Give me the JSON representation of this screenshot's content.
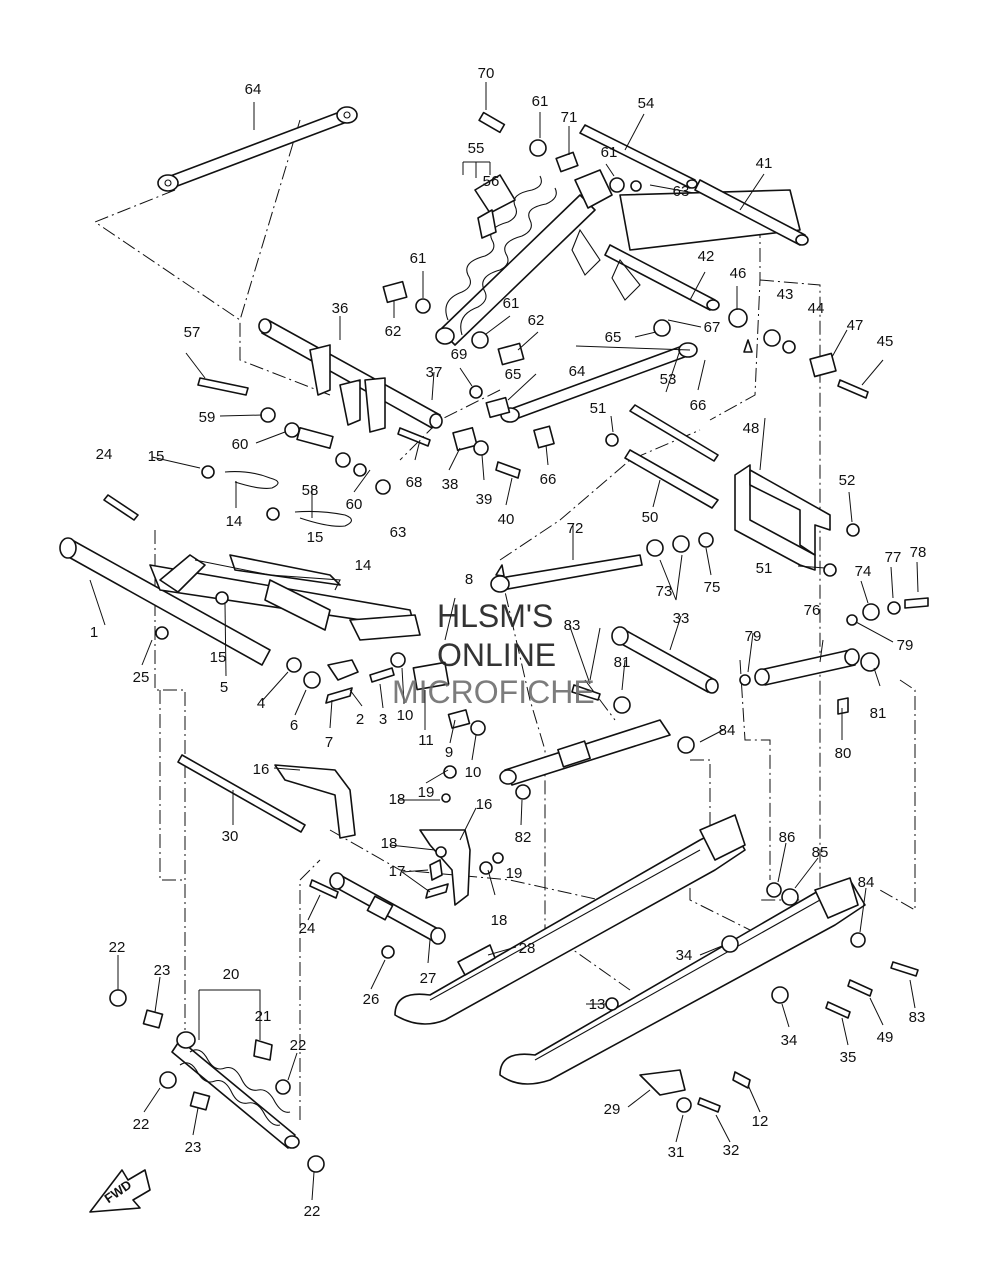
{
  "watermark": {
    "line1": "HLSM'S",
    "line2": "ONLINE",
    "line3": "MICROFICHE"
  },
  "direction_arrow": {
    "label": "FWD",
    "icon": "forward-arrow-icon"
  },
  "callouts": [
    "1",
    "2",
    "3",
    "4",
    "5",
    "6",
    "7",
    "8",
    "9",
    "10",
    "11",
    "12",
    "13",
    "14",
    "15",
    "16",
    "17",
    "18",
    "19",
    "20",
    "21",
    "22",
    "23",
    "24",
    "25",
    "26",
    "27",
    "28",
    "29",
    "30",
    "31",
    "32",
    "33",
    "34",
    "35",
    "36",
    "37",
    "38",
    "39",
    "40",
    "41",
    "42",
    "43",
    "44",
    "45",
    "46",
    "47",
    "48",
    "49",
    "50",
    "51",
    "52",
    "53",
    "54",
    "55",
    "56",
    "57",
    "58",
    "59",
    "60",
    "61",
    "62",
    "63",
    "64",
    "65",
    "66",
    "67",
    "68",
    "69",
    "70",
    "71",
    "72",
    "73",
    "74",
    "75",
    "76",
    "77",
    "78",
    "79",
    "80",
    "81",
    "82",
    "83",
    "84",
    "85",
    "86"
  ]
}
